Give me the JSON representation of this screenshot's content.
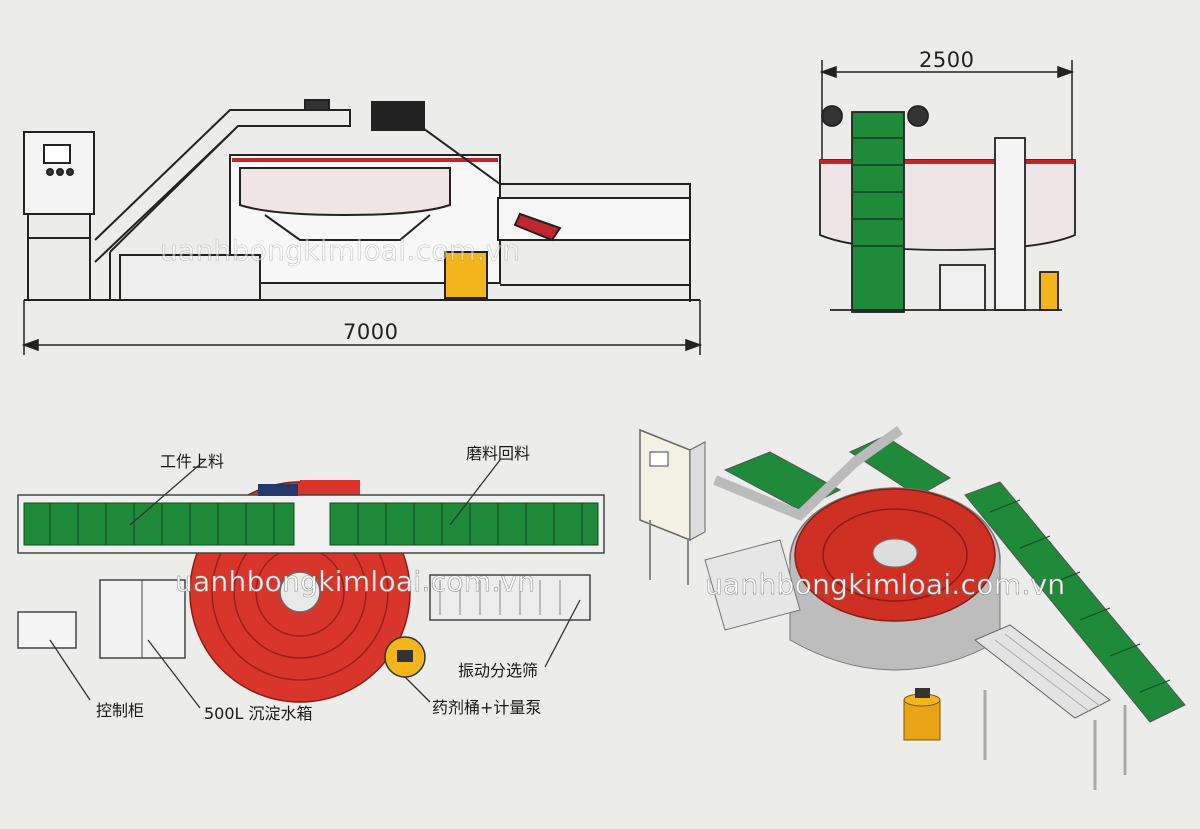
{
  "dimensions": {
    "side_length": "7000",
    "end_width": "2500"
  },
  "callouts": {
    "loading": "工件上料",
    "media_return": "磨料回料",
    "vibrating_screen": "振动分选筛",
    "control_cabinet": "控制柜",
    "settling_tank": "500L  沉淀水箱",
    "dosing": "药剂桶+计量泵"
  },
  "watermark": {
    "text_plan": "uanhbongkimloai.com.vn",
    "text_iso": "uanhbongkimloai.com.vn",
    "text_side": "uanhbongkimloai.com.vn"
  },
  "colors": {
    "belt_green": "#1f8a3a",
    "bowl_red": "#d8362b",
    "frame_grey": "#d9d9d9",
    "dosing_yellow": "#f2b51c",
    "background": "#ececea"
  }
}
